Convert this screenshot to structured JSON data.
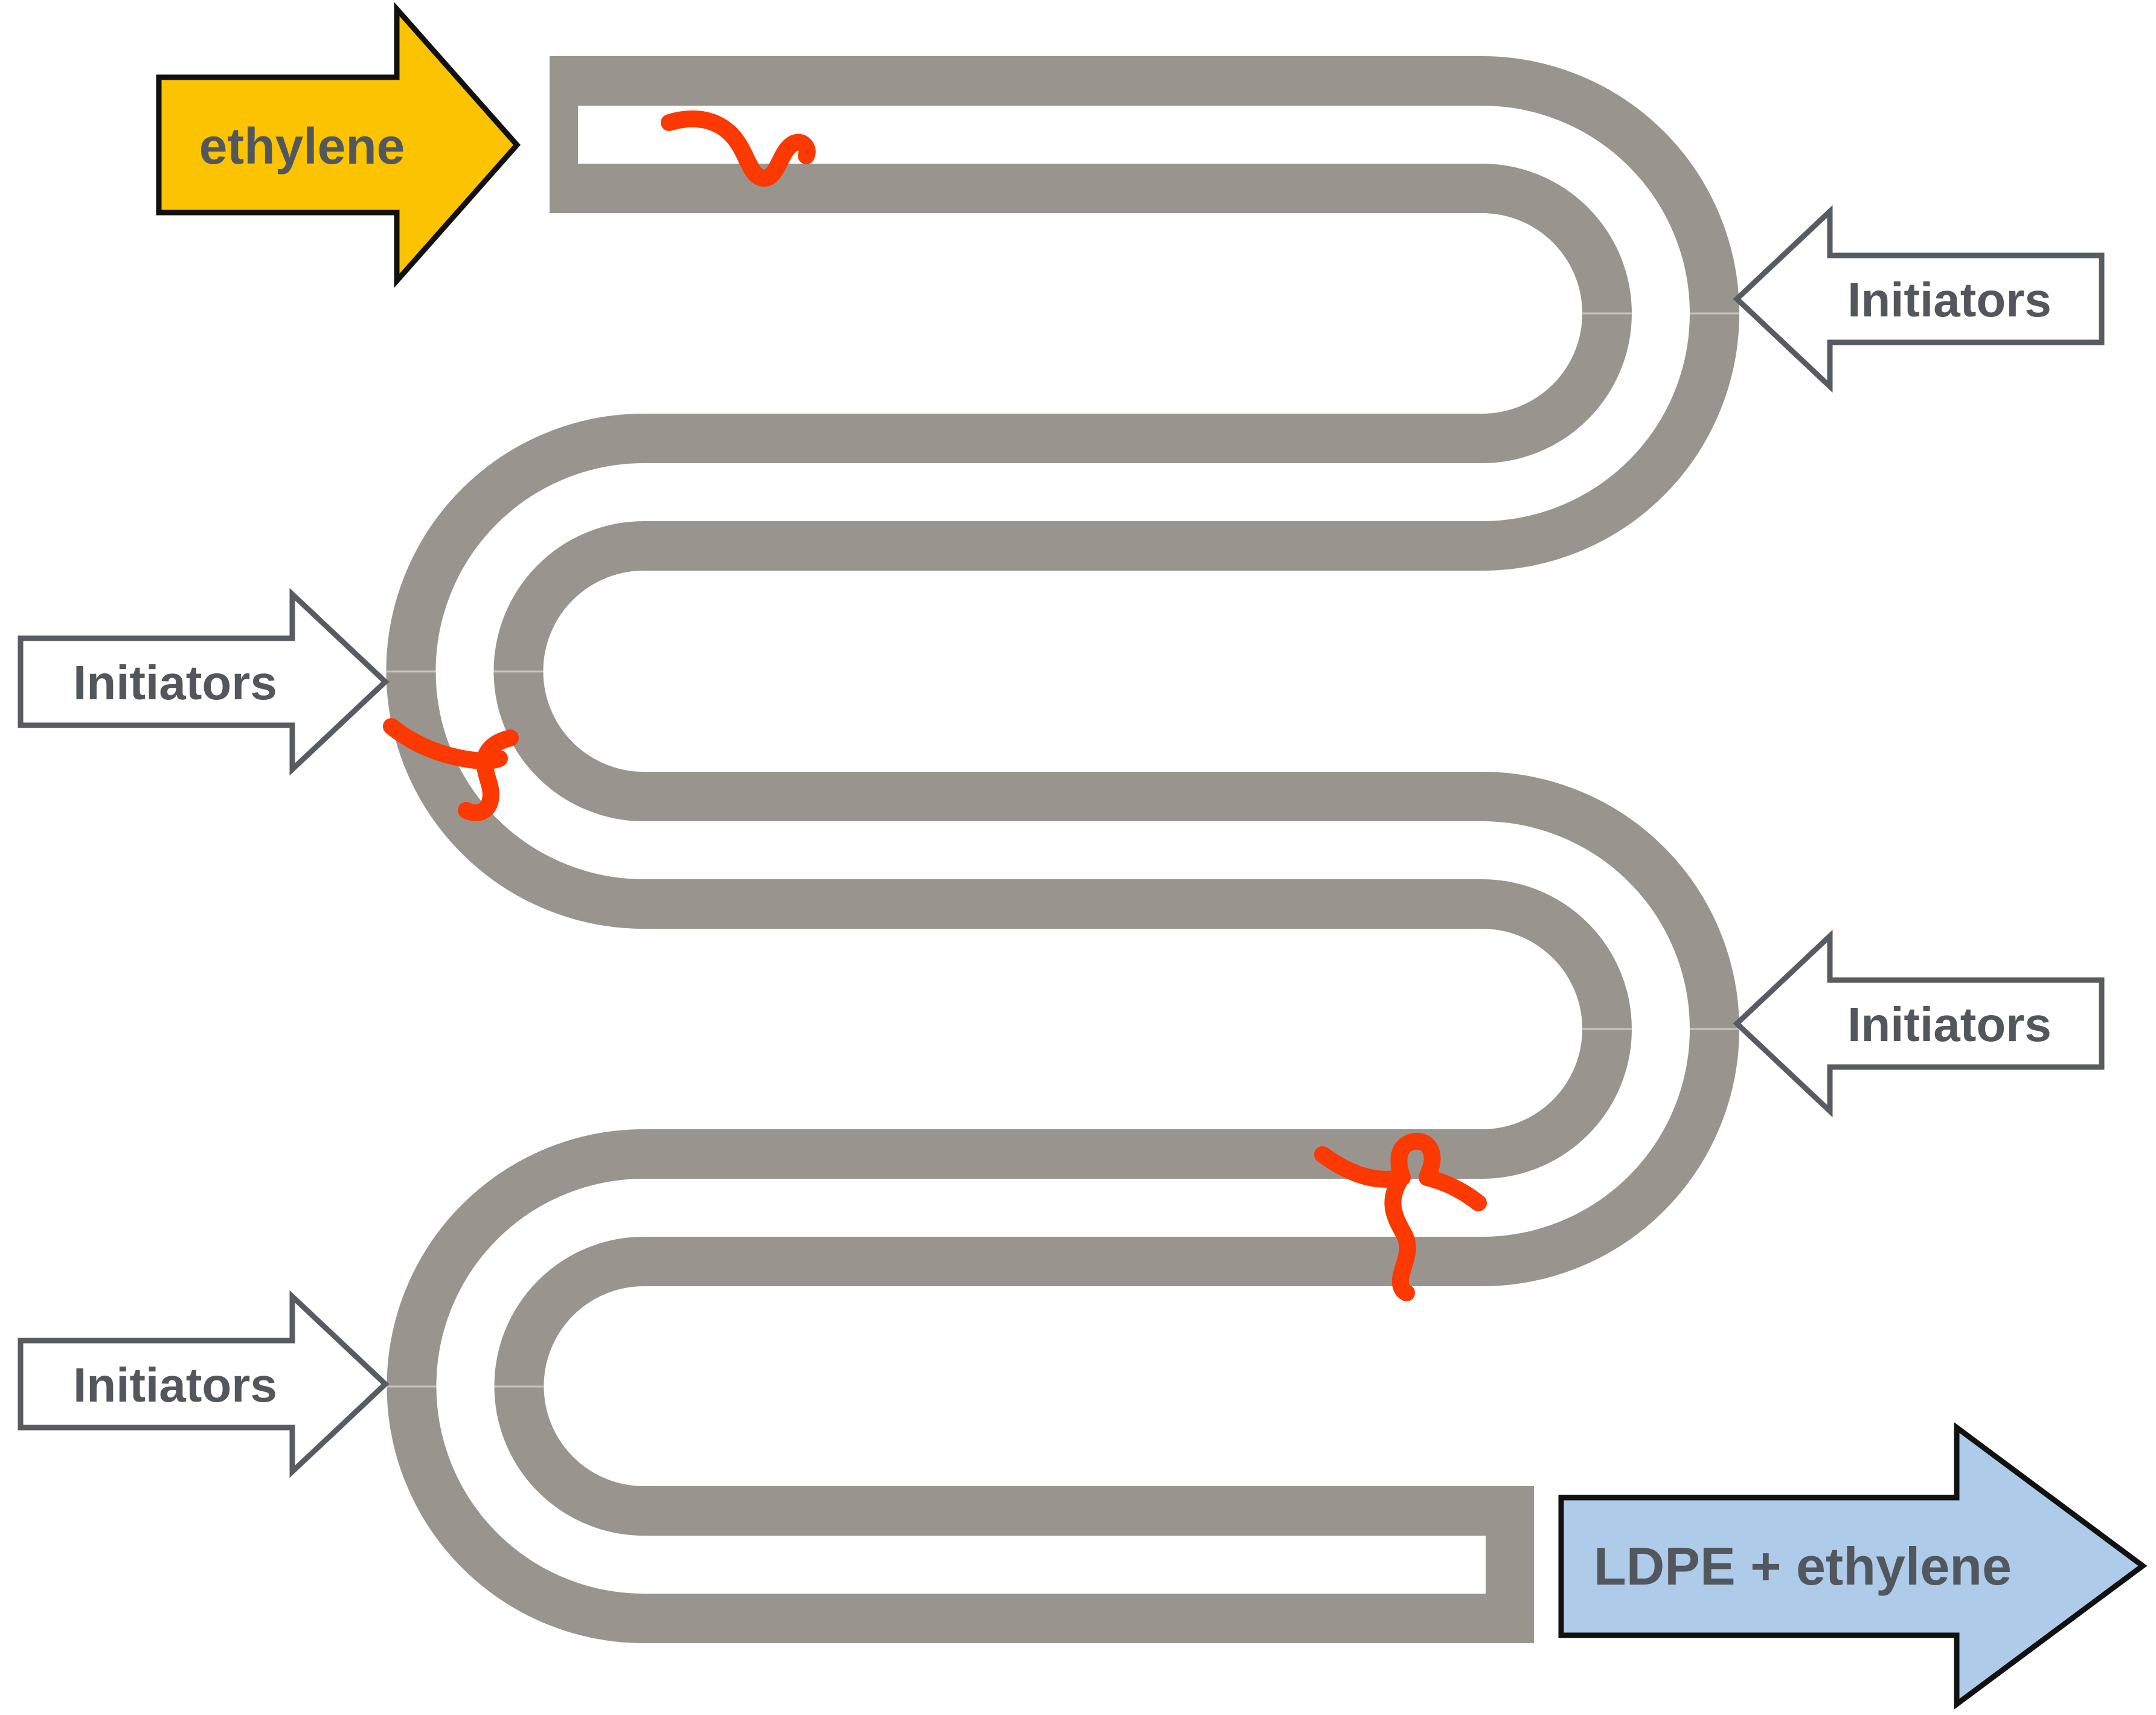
{
  "canvas": {
    "background": "#ffffff"
  },
  "colors": {
    "tube": "#9a948f",
    "bore": "#ffffff",
    "radical_chain": "#fb3900",
    "initiator_arrow_fill": "#ffffff",
    "initiator_arrow_border": "#565c62",
    "label_text": "#51575d",
    "io_arrow_border": "#111111"
  },
  "arrows": {
    "inlet": {
      "label": "ethylene",
      "fill": "#fcc400",
      "direction": "right"
    },
    "outlet": {
      "label": "LDPE + ethylene",
      "fill": "#aecbe9",
      "direction": "right"
    },
    "initiators_top_right": {
      "label": "Initiators",
      "direction": "left"
    },
    "initiators_mid_left": {
      "label": "Initiators",
      "direction": "right"
    },
    "initiators_mid_right": {
      "label": "Initiators",
      "direction": "left"
    },
    "initiators_bottom_left": {
      "label": "Initiators",
      "direction": "right"
    }
  }
}
